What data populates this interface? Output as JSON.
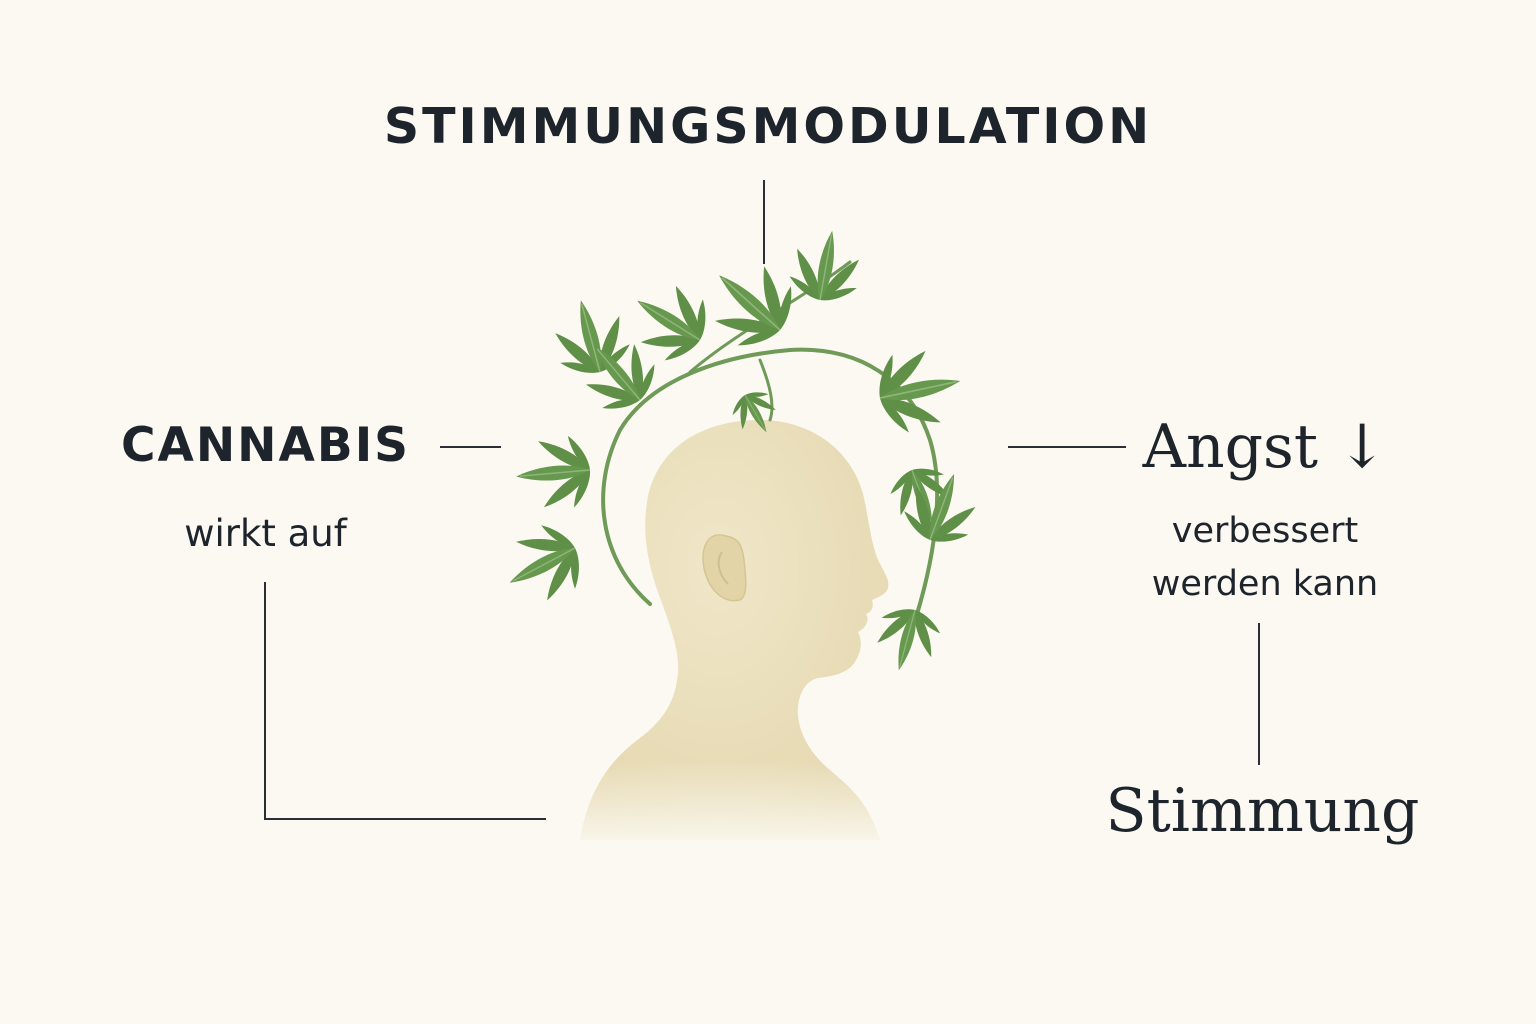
{
  "diagram": {
    "title": "STIMMUNGSMODULATION",
    "left_label": "CANNABIS",
    "left_sublabel": "wirkt auf",
    "right_label": "Angst ↓",
    "right_sublabel_line1": "verbessert",
    "right_sublabel_line2": "werden kann",
    "bottom_right_label": "Stimmung"
  },
  "illustration": {
    "figure": "head-silhouette-profile",
    "decoration": "cannabis-leaf-wreath",
    "head_color": "#ede3c2",
    "leaf_color": "#5e8f47",
    "background_color": "#fbf9f1",
    "line_color": "#2b2f35"
  }
}
